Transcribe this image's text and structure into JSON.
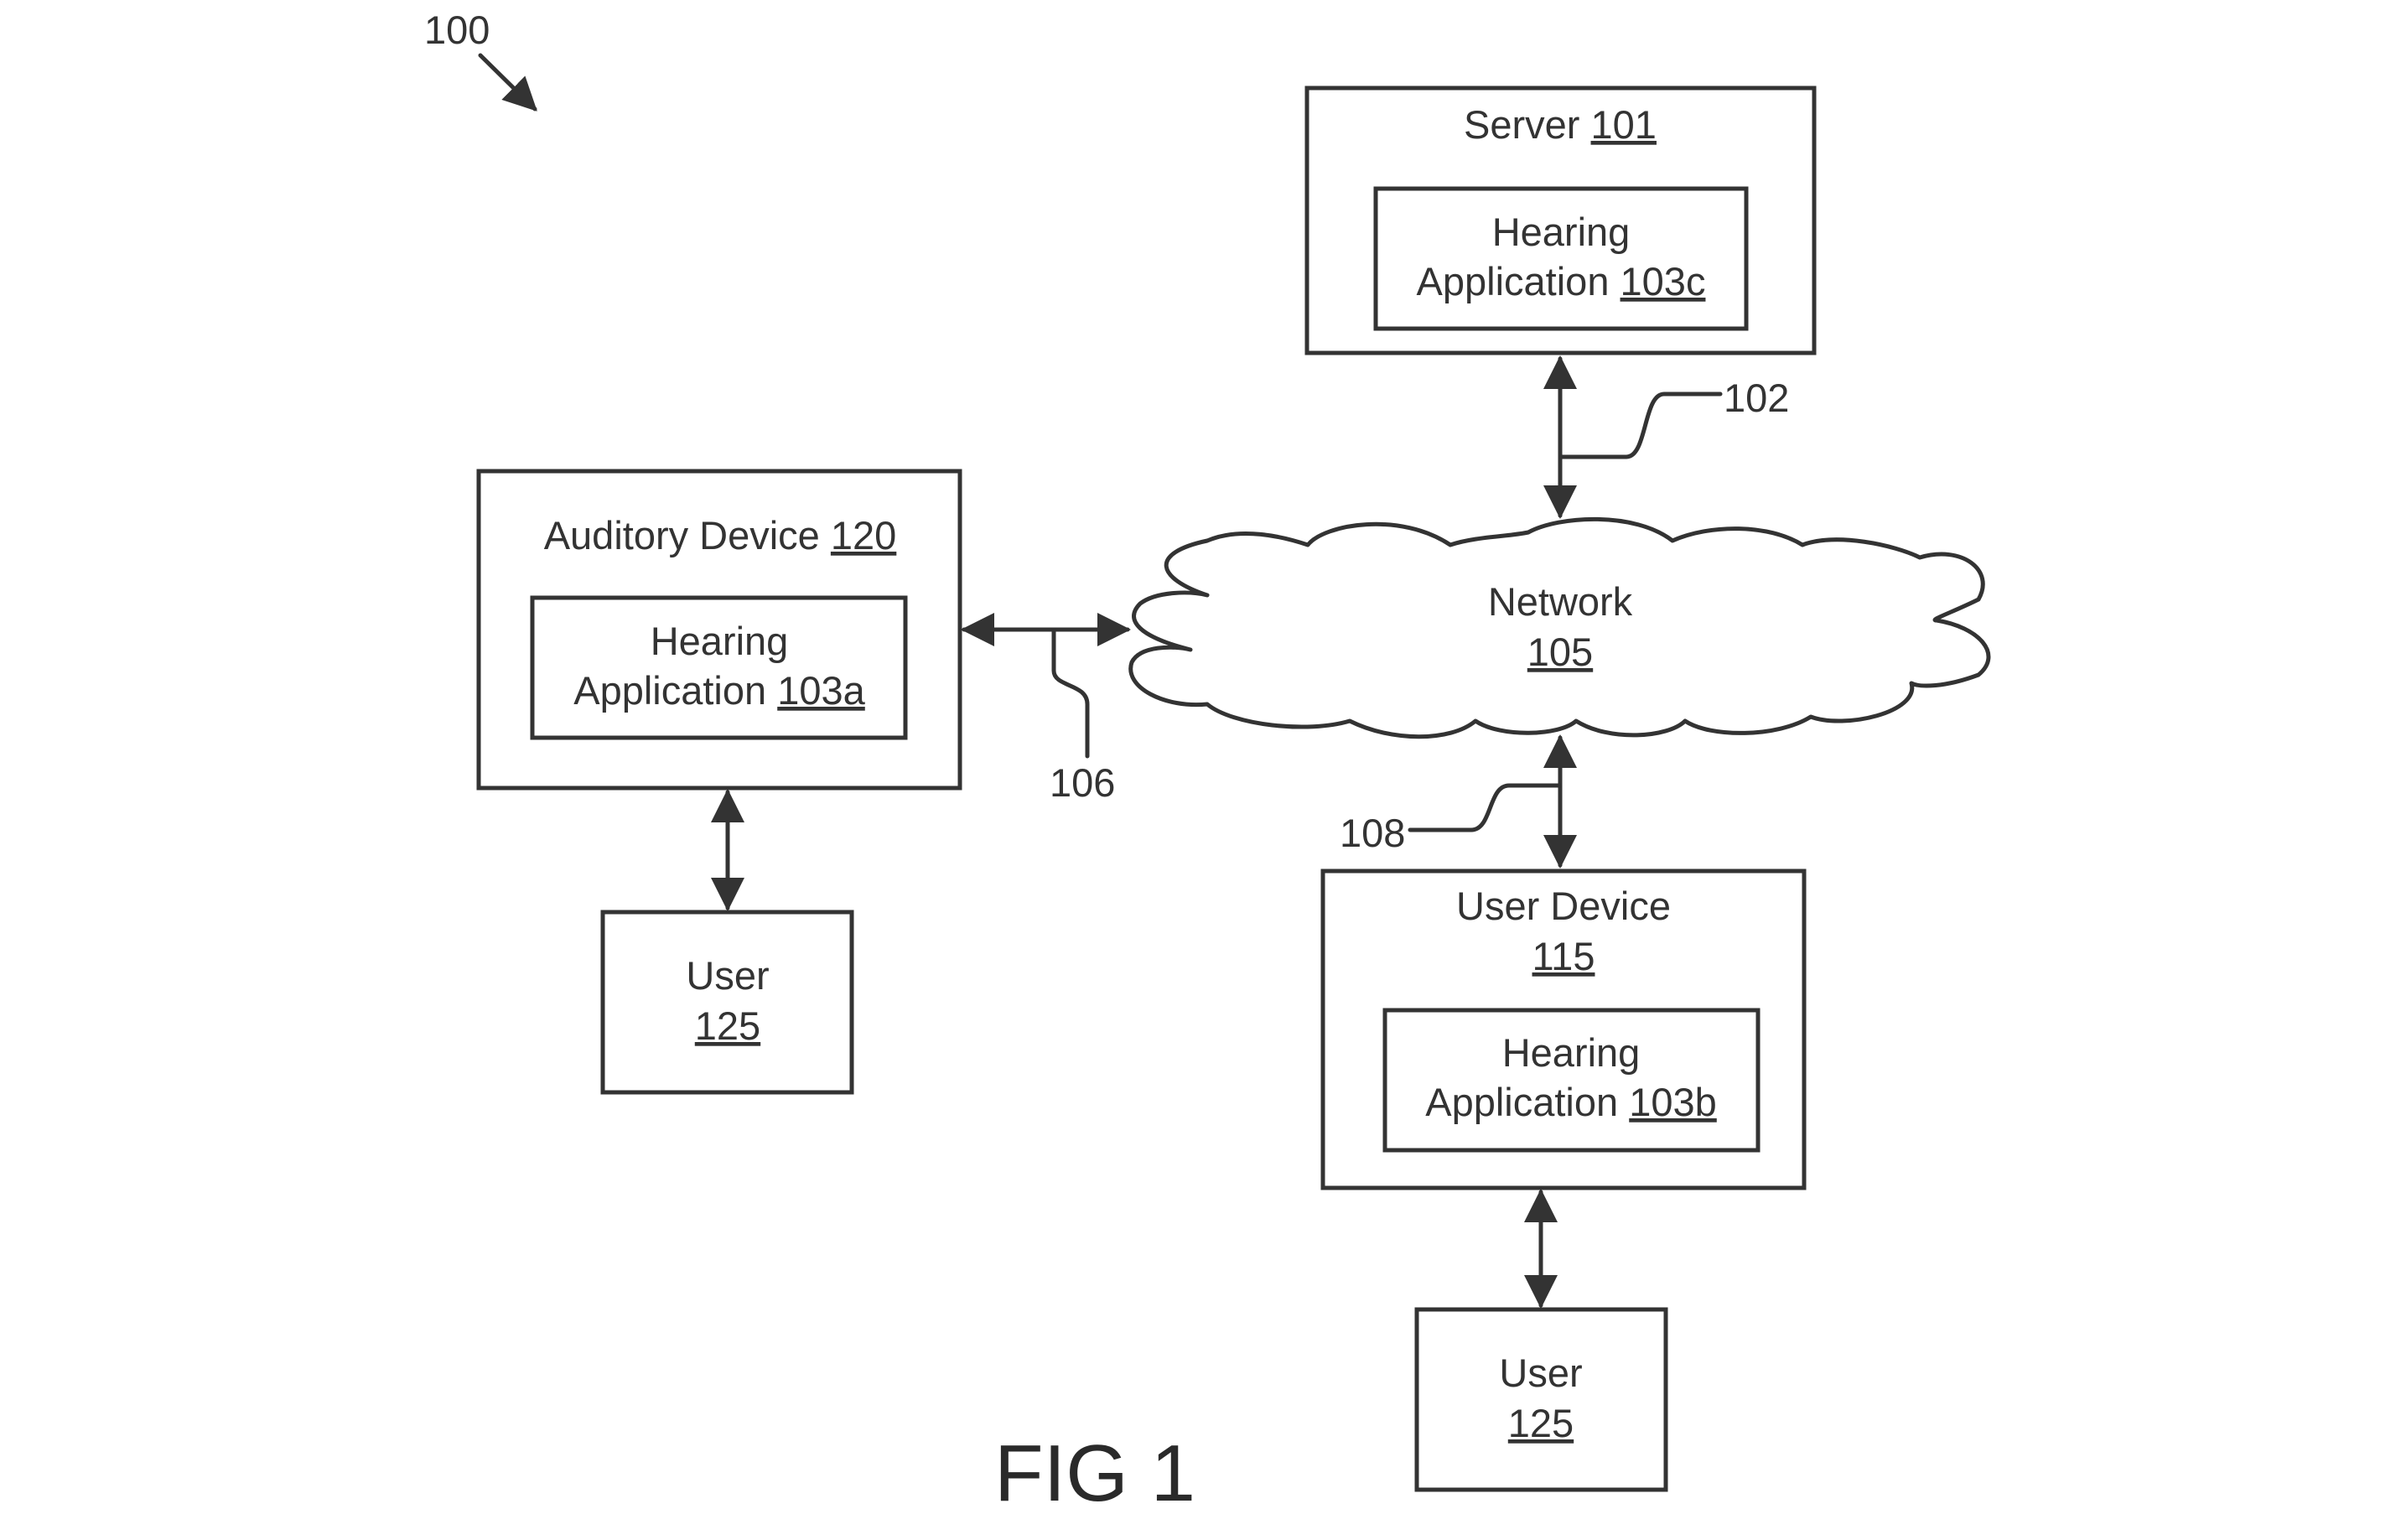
{
  "figure_label": "FIG 1",
  "system_ref": "100",
  "server": {
    "title": "Server",
    "number": "101",
    "app_line1": "Hearing",
    "app_line2": "Application",
    "app_number": "103c"
  },
  "auditory_device": {
    "title": "Auditory Device",
    "number": "120",
    "app_line1": "Hearing",
    "app_line2": "Application",
    "app_number": "103a"
  },
  "network": {
    "title": "Network",
    "number": "105"
  },
  "user_device": {
    "title": "User Device",
    "number": "115",
    "app_line1": "Hearing",
    "app_line2": "Application",
    "app_number": "103b"
  },
  "user_left": {
    "title": "User",
    "number": "125"
  },
  "user_right": {
    "title": "User",
    "number": "125"
  },
  "links": {
    "server_network": "102",
    "auditory_network": "106",
    "userdevice_network": "108"
  },
  "colors": {
    "stroke": "#333333",
    "background": "#ffffff"
  }
}
